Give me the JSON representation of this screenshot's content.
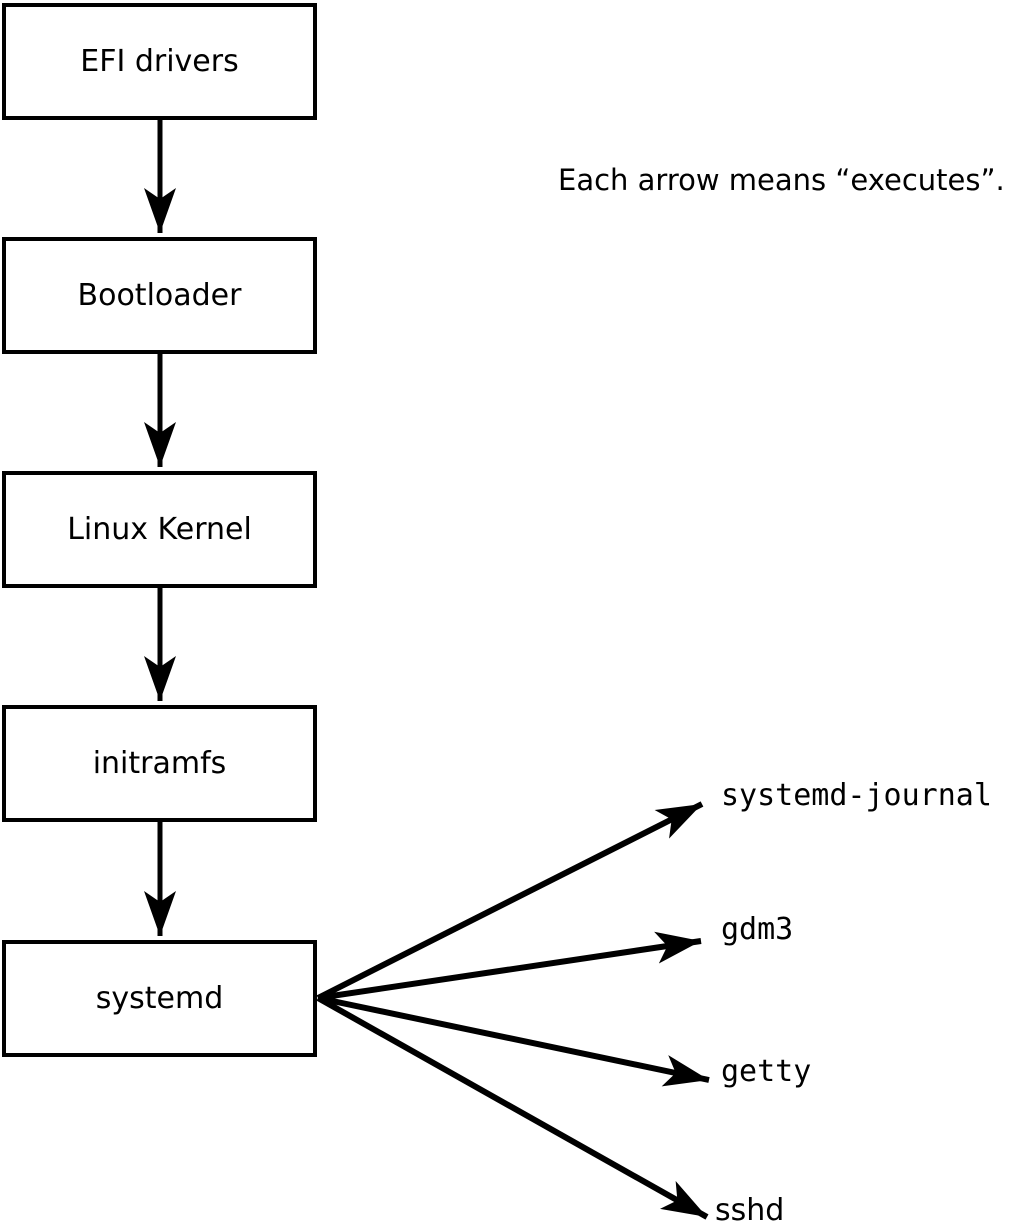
{
  "diagram": {
    "title_note": "Each arrow means “executes”.",
    "arrow_meaning": "executes",
    "chain": [
      "EFI drivers",
      "Bootloader",
      "Linux Kernel",
      "initramfs",
      "systemd"
    ],
    "spawned": [
      "systemd-journal",
      "gdm3",
      "getty",
      "sshd"
    ],
    "colors": {
      "stroke": "#000000",
      "node_fill": "#ffffff",
      "background": "#ffffff",
      "text": "#000000"
    }
  }
}
